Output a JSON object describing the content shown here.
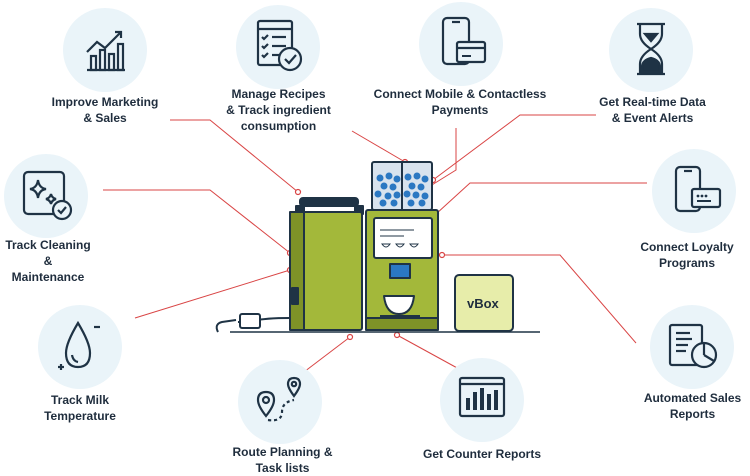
{
  "features": [
    {
      "id": "marketing",
      "label": "Improve Marketing\n& Sales",
      "icon": "growth-chart-icon"
    },
    {
      "id": "recipes",
      "label": "Manage Recipes\n& Track ingredient\nconsumption",
      "icon": "checklist-icon"
    },
    {
      "id": "payments",
      "label": "Connect Mobile & Contactless\nPayments",
      "icon": "phone-card-icon"
    },
    {
      "id": "realtime",
      "label": "Get Real-time Data\n& Event Alerts",
      "icon": "hourglass-icon"
    },
    {
      "id": "cleaning",
      "label": "Track Cleaning &\nMaintenance",
      "icon": "sparkle-check-icon"
    },
    {
      "id": "loyalty",
      "label": "Connect Loyalty\nPrograms",
      "icon": "phone-loyalty-icon"
    },
    {
      "id": "milk",
      "label": "Track Milk\nTemperature",
      "icon": "milk-drop-icon"
    },
    {
      "id": "sales",
      "label": "Automated Sales\nReports",
      "icon": "report-pie-icon"
    },
    {
      "id": "route",
      "label": "Route Planning &\nTask lists",
      "icon": "route-pin-icon"
    },
    {
      "id": "counter",
      "label": "Get Counter Reports",
      "icon": "counter-chart-icon"
    }
  ],
  "device": {
    "vbox_label": "vBox"
  },
  "colors": {
    "machine": "#a3b83a",
    "machine_dark": "#7e9227",
    "outline": "#1f3345",
    "beans": "#2b78c2",
    "connector": "#d94545",
    "icon_bg": "#eaf4f9",
    "vbox": "#e7edaa"
  }
}
